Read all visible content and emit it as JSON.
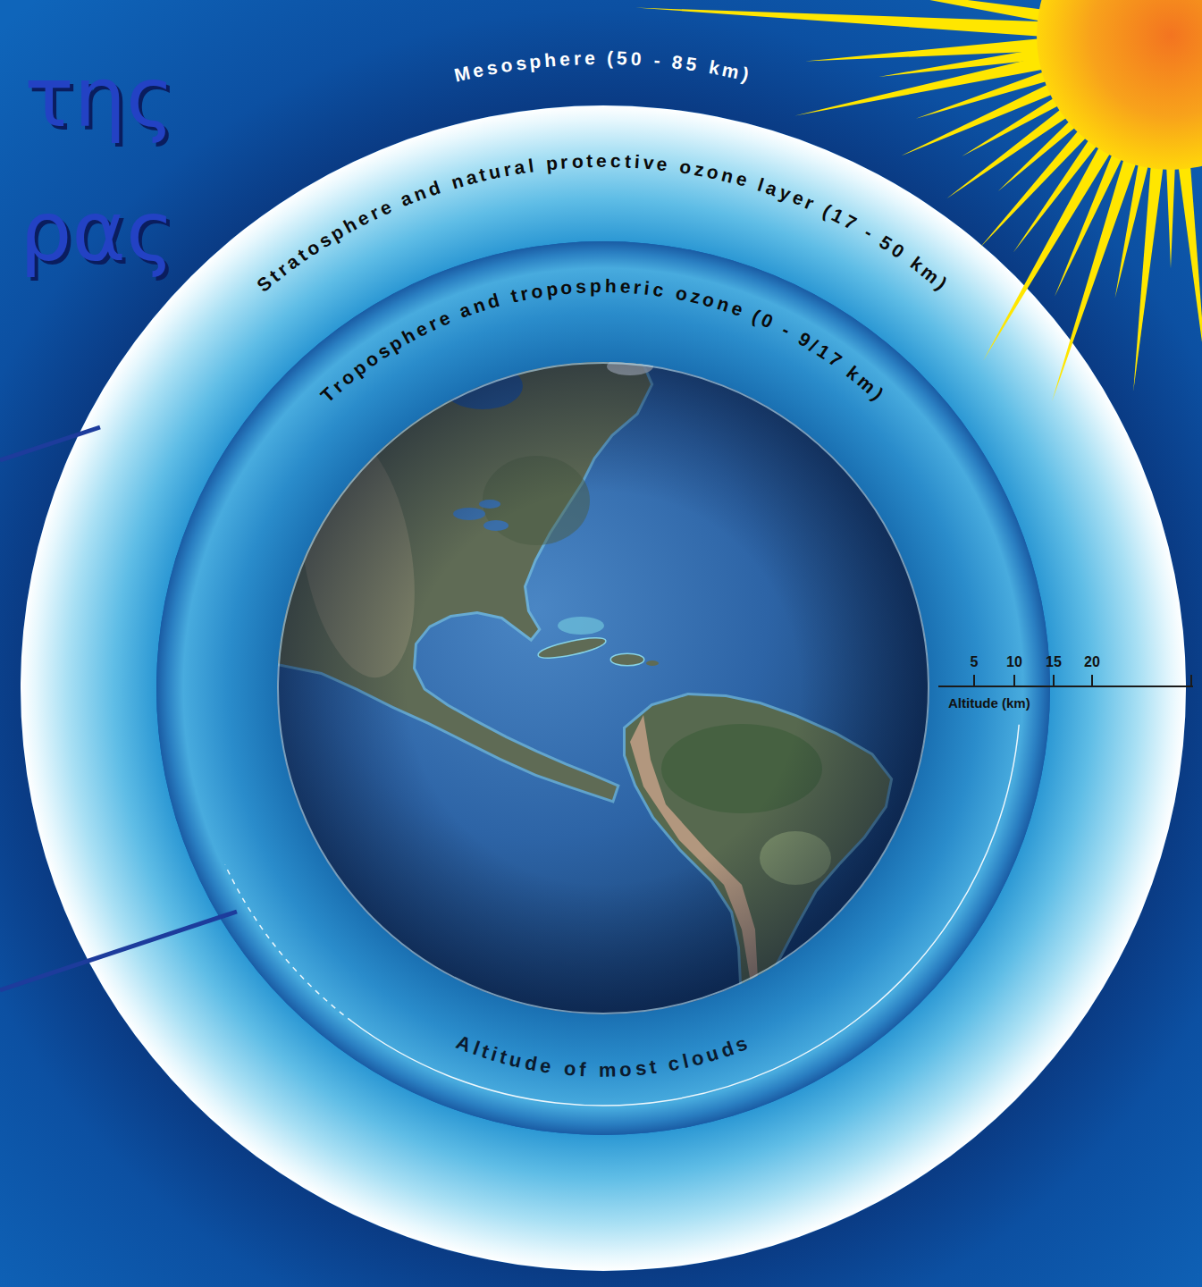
{
  "diagram": {
    "title": "της ρας",
    "nodes": [
      {
        "text": [
          "Mesosphere (50 - 85 km)"
        ]
      },
      {
        "text": [
          "Stratosphere and natural protective ozone layer (17 - 50 km)"
        ],
        "in": 0
      },
      {
        "text": [
          "Troposphere and tropospheric ozone (0 - 9/17 km)"
        ],
        "in": 1
      }
    ],
    "labels": [
      "5",
      "10",
      "15",
      "20",
      "Altitude (km)",
      "Altitude of most clouds"
    ]
  }
}
